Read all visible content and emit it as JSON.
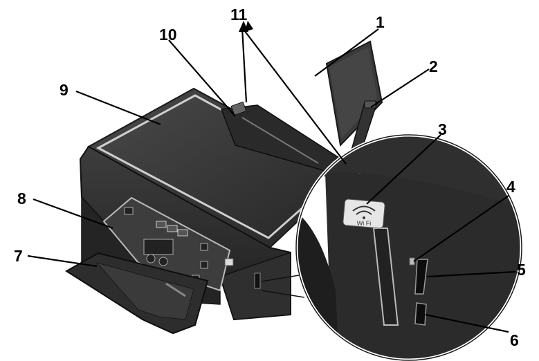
{
  "callouts": [
    {
      "number": "1"
    },
    {
      "number": "2"
    },
    {
      "number": "3"
    },
    {
      "number": "4"
    },
    {
      "number": "5"
    },
    {
      "number": "6"
    },
    {
      "number": "7"
    },
    {
      "number": "8"
    },
    {
      "number": "9"
    },
    {
      "number": "10"
    },
    {
      "number": "11"
    }
  ],
  "wifi_badge": {
    "text": "Wi  Fi"
  },
  "colors": {
    "body_dark": "#2b2b2b",
    "body_mid": "#3a3a3a",
    "lid": "#333333",
    "trim": "#cfcfcf",
    "leader": "#000000"
  }
}
